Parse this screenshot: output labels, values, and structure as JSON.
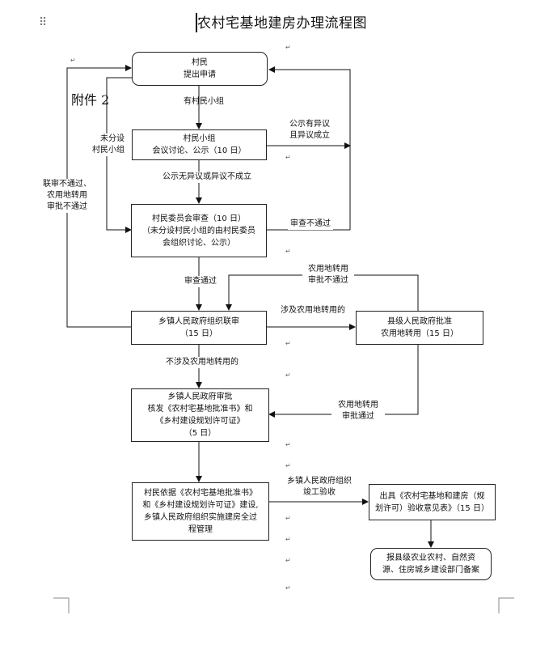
{
  "title": "农村宅基地建房办理流程图",
  "attachment": "附件 2",
  "nodes": {
    "apply": "村民\n提出申请",
    "group": "村民小组\n会议讨论、公示（10 日）",
    "committee": "村民委员会审查（10 日）\n（未分设村民小组的由村民委员\n会组织讨论、公示）",
    "township_review": "乡镇人民政府组织联审\n（15 日）",
    "county": "县级人民政府批准\n农用地转用（15 日）",
    "township_approve": "乡镇人民政府审批\n核发《农村宅基地批准书》和\n《乡村建设规划许可证》\n（5 日）",
    "build": "村民依据《农村宅基地批准书》\n和《乡村建设规划许可证》建设,\n乡镇人民政府组织实施建房全过\n程管理",
    "inspection_doc": "出具《农村宅基地和建房（规\n划许可）验收意见表》（15 日）",
    "filing": "报县级农业农村、自然资\n源、住房城乡建设部门备案"
  },
  "edge_labels": {
    "has_group": "有村民小组",
    "no_group": "未分设\n村民小组",
    "objection": "公示有异议\n且异议成立",
    "no_objection": "公示无异议或异议不成立",
    "review_fail": "审查不通过",
    "review_pass": "审查通过",
    "joint_fail": "联审不通过、\n农用地转用\n审批不通过",
    "farmland_fail": "农用地转用\n审批不通过",
    "involves_farmland": "涉及农用地转用的",
    "not_involves": "不涉及农用地转用的",
    "farmland_pass": "农用地转用\n审批通过",
    "acceptance": "乡镇人民政府组织\n竣工验收"
  },
  "icons": [
    "drag-grip-icon",
    "paragraph-mark-icon"
  ]
}
